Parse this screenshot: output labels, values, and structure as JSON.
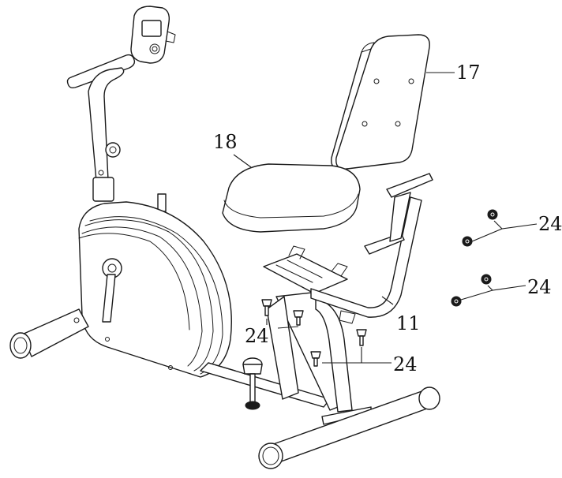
{
  "callouts": {
    "backrest": "17",
    "seat": "18",
    "seat_frame": "11",
    "bolt_a": "24",
    "bolt_b": "24",
    "bolt_c": "24",
    "bolt_d": "24"
  },
  "colors": {
    "line": "#1a1a1a",
    "background": "#ffffff"
  }
}
